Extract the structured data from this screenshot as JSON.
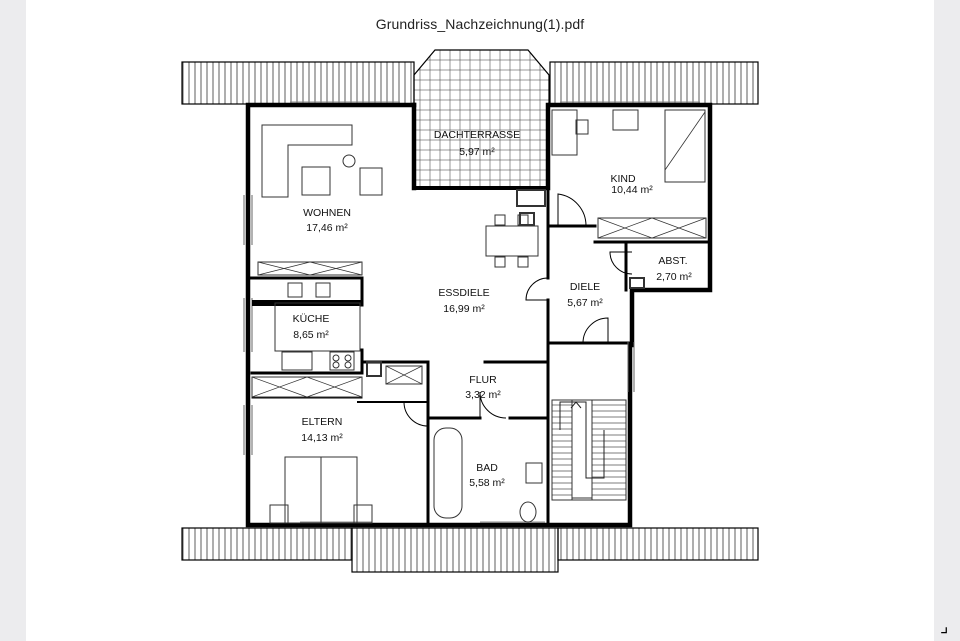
{
  "document": {
    "title": "Grundriss_Nachzeichnung(1).pdf"
  },
  "rooms": [
    {
      "key": "dachterrasse",
      "name": "DACHTERRASSE",
      "area": "5,97 m²"
    },
    {
      "key": "kind",
      "name": "KIND",
      "area": "10,44 m²"
    },
    {
      "key": "wohnen",
      "name": "WOHNEN",
      "area": "17,46 m²"
    },
    {
      "key": "abst",
      "name": "ABST.",
      "area": "2,70 m²"
    },
    {
      "key": "essdiele",
      "name": "ESSDIELE",
      "area": "16,99 m²"
    },
    {
      "key": "diele",
      "name": "DIELE",
      "area": "5,67 m²"
    },
    {
      "key": "kueche",
      "name": "KÜCHE",
      "area": "8,65 m²"
    },
    {
      "key": "flur",
      "name": "FLUR",
      "area": "3,32 m²"
    },
    {
      "key": "eltern",
      "name": "ELTERN",
      "area": "14,13 m²"
    },
    {
      "key": "bad",
      "name": "BAD",
      "area": "5,58 m²"
    }
  ],
  "icons": {
    "resize": "resize-corner-icon"
  },
  "colors": {
    "viewer_bg": "#ececee",
    "page_bg": "#ffffff",
    "wall": "#000000"
  }
}
